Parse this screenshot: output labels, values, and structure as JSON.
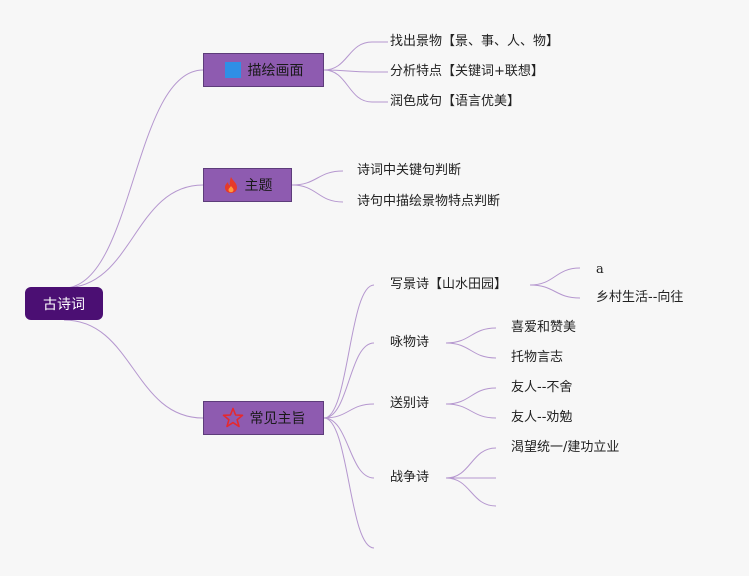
{
  "root": {
    "label": "古诗词"
  },
  "branches": [
    {
      "label": "描绘画面",
      "icon": "blue-square-icon",
      "children": [
        "找出景物【景、事、人、物】",
        "分析特点【关键词+联想】",
        "润色成句【语言优美】"
      ]
    },
    {
      "label": "主题",
      "icon": "fire-icon",
      "children": [
        "诗词中关键句判断",
        "诗句中描绘景物特点判断"
      ]
    },
    {
      "label": "常见主旨",
      "icon": "star-icon",
      "subgroups": [
        {
          "label": "写景诗【山水田园】",
          "children": [
            "a",
            "乡村生活--向往"
          ]
        },
        {
          "label": "咏物诗",
          "children": [
            "喜爱和赞美",
            "托物言志"
          ]
        },
        {
          "label": "送别诗",
          "children": [
            "友人--不舍",
            "友人--劝勉"
          ]
        },
        {
          "label": "战争诗",
          "children": [
            "渴望统一/建功立业",
            "",
            ""
          ]
        }
      ]
    }
  ],
  "colors": {
    "root_bg": "#4b0f73",
    "branch_bg": "#8e5bb0",
    "line": "#b597cf",
    "icon_blue": "#2f8fe6",
    "icon_fire": "#e63a2a",
    "icon_star": "#e6292e"
  }
}
